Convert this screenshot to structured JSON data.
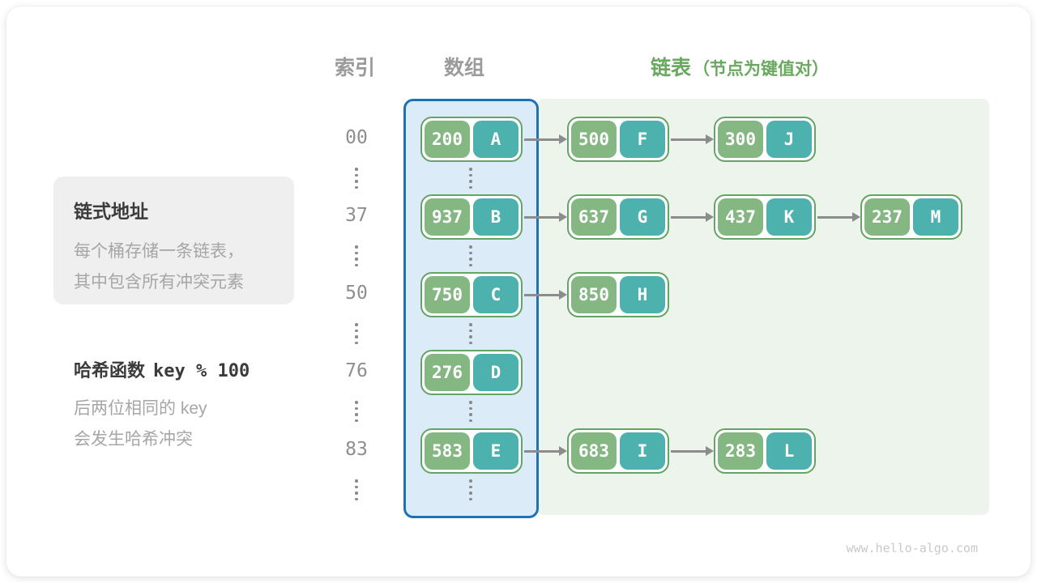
{
  "colors": {
    "key-pill": "#85b783",
    "value-pill": "#4db2ad",
    "node-border": "#64a464",
    "list-panel-bg": "#edf4ec",
    "array-col-bg": "#dcebf8",
    "array-col-border": "#1e72b4",
    "arrow": "#8c8c8c",
    "header-gray": "#9b9b9b",
    "header-green": "#69a95f",
    "text-dark": "#3b3b3b",
    "text-gray": "#a6a6a6",
    "index-gray": "#8e8e8e",
    "note-box-bg": "#efefef",
    "watermark": "#c9c9c9",
    "dot": "#8a8a8a"
  },
  "headers": {
    "index": "索引",
    "array": "数组",
    "list": "链表",
    "list_note": "（节点为键值对）"
  },
  "note_box": {
    "title": "链式地址",
    "line1": "每个桶存储一条链表，",
    "line2": "其中包含所有冲突元素"
  },
  "hash_note": {
    "title": "哈希函数",
    "code": "key % 100",
    "line1": "后两位相同的 key",
    "line2": "会发生哈希冲突"
  },
  "rows": [
    {
      "index": "00",
      "bucket": {
        "key": "200",
        "value": "A"
      },
      "chain": [
        {
          "key": "500",
          "value": "F"
        },
        {
          "key": "300",
          "value": "J"
        }
      ]
    },
    {
      "index": "37",
      "bucket": {
        "key": "937",
        "value": "B"
      },
      "chain": [
        {
          "key": "637",
          "value": "G"
        },
        {
          "key": "437",
          "value": "K"
        },
        {
          "key": "237",
          "value": "M"
        }
      ]
    },
    {
      "index": "50",
      "bucket": {
        "key": "750",
        "value": "C"
      },
      "chain": [
        {
          "key": "850",
          "value": "H"
        }
      ]
    },
    {
      "index": "76",
      "bucket": {
        "key": "276",
        "value": "D"
      },
      "chain": []
    },
    {
      "index": "83",
      "bucket": {
        "key": "583",
        "value": "E"
      },
      "chain": [
        {
          "key": "683",
          "value": "I"
        },
        {
          "key": "283",
          "value": "L"
        }
      ]
    }
  ],
  "watermark": "www.hello-algo.com"
}
